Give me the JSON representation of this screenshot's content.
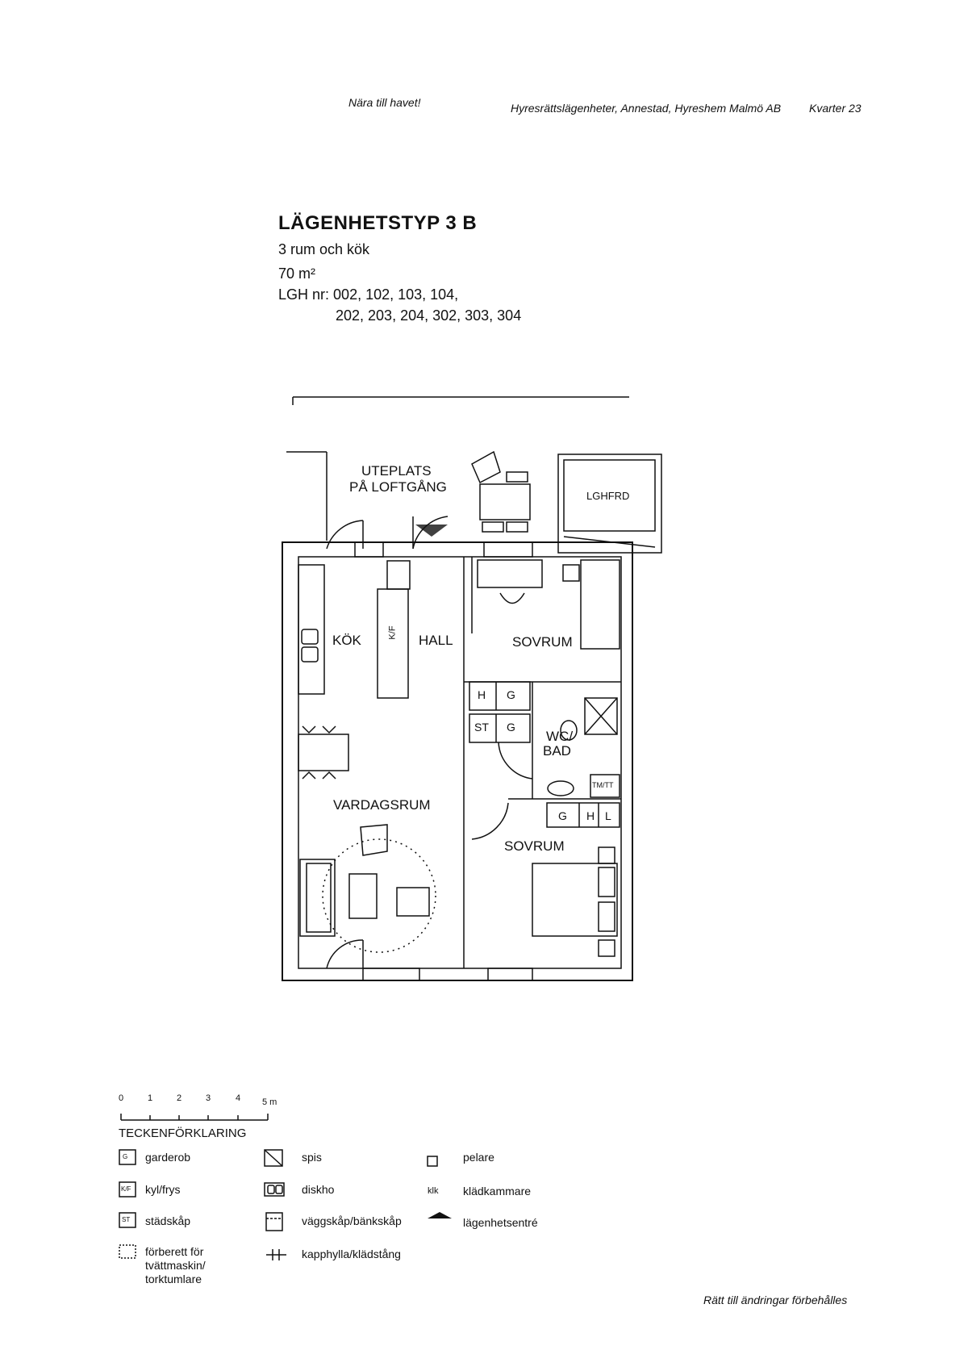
{
  "header": {
    "tagline": "Nära till havet!",
    "project": "Hyresrättslägenheter, Annestad, Hyreshem Malmö AB",
    "block": "Kvarter 23"
  },
  "apartment": {
    "type_title": "LÄGENHETSTYP 3 B",
    "rooms": "3 rum och kök",
    "area": "70 m²",
    "lgh_label": "LGH nr:",
    "lgh_line1": "002, 102, 103, 104,",
    "lgh_line2": "202, 203, 204, 302, 303, 304"
  },
  "plan_labels": {
    "uteplats": "UTEPLATS",
    "pa_loftgang": "PÅ LOFTGÅNG",
    "lghfrd": "LGHFRD",
    "kok": "KÖK",
    "hall": "HALL",
    "sovrum1": "SOVRUM",
    "wc": "WC/",
    "bad": "BAD",
    "vardagsrum": "VARDAGSRUM",
    "sovrum2": "SOVRUM",
    "h": "H",
    "g": "G",
    "st": "ST",
    "kf": "K/F",
    "l": "L",
    "tmtt": "TM/TT"
  },
  "scale": {
    "ticks": [
      "0",
      "1",
      "2",
      "3",
      "4",
      "5 m"
    ]
  },
  "legend": {
    "title": "TECKENFÖRKLARING",
    "items": [
      {
        "symbol": "G",
        "label": "garderob"
      },
      {
        "symbol": "K/F",
        "label": "kyl/frys"
      },
      {
        "symbol": "ST",
        "label": "städskåp"
      },
      {
        "symbol": "",
        "label": "förberett för tvättmaskin/ torktumlare"
      },
      {
        "symbol": "",
        "label": "spis"
      },
      {
        "symbol": "",
        "label": "diskho"
      },
      {
        "symbol": "",
        "label": "väggskåp/bänkskåp"
      },
      {
        "symbol": "",
        "label": "kapphylla/klädstång"
      },
      {
        "symbol": "",
        "label": "pelare"
      },
      {
        "symbol": "klk",
        "label": "klädkammare"
      },
      {
        "symbol": "",
        "label": "lägenhetsentré"
      }
    ]
  },
  "footer": {
    "note": "Rätt till ändringar förbehålles"
  }
}
